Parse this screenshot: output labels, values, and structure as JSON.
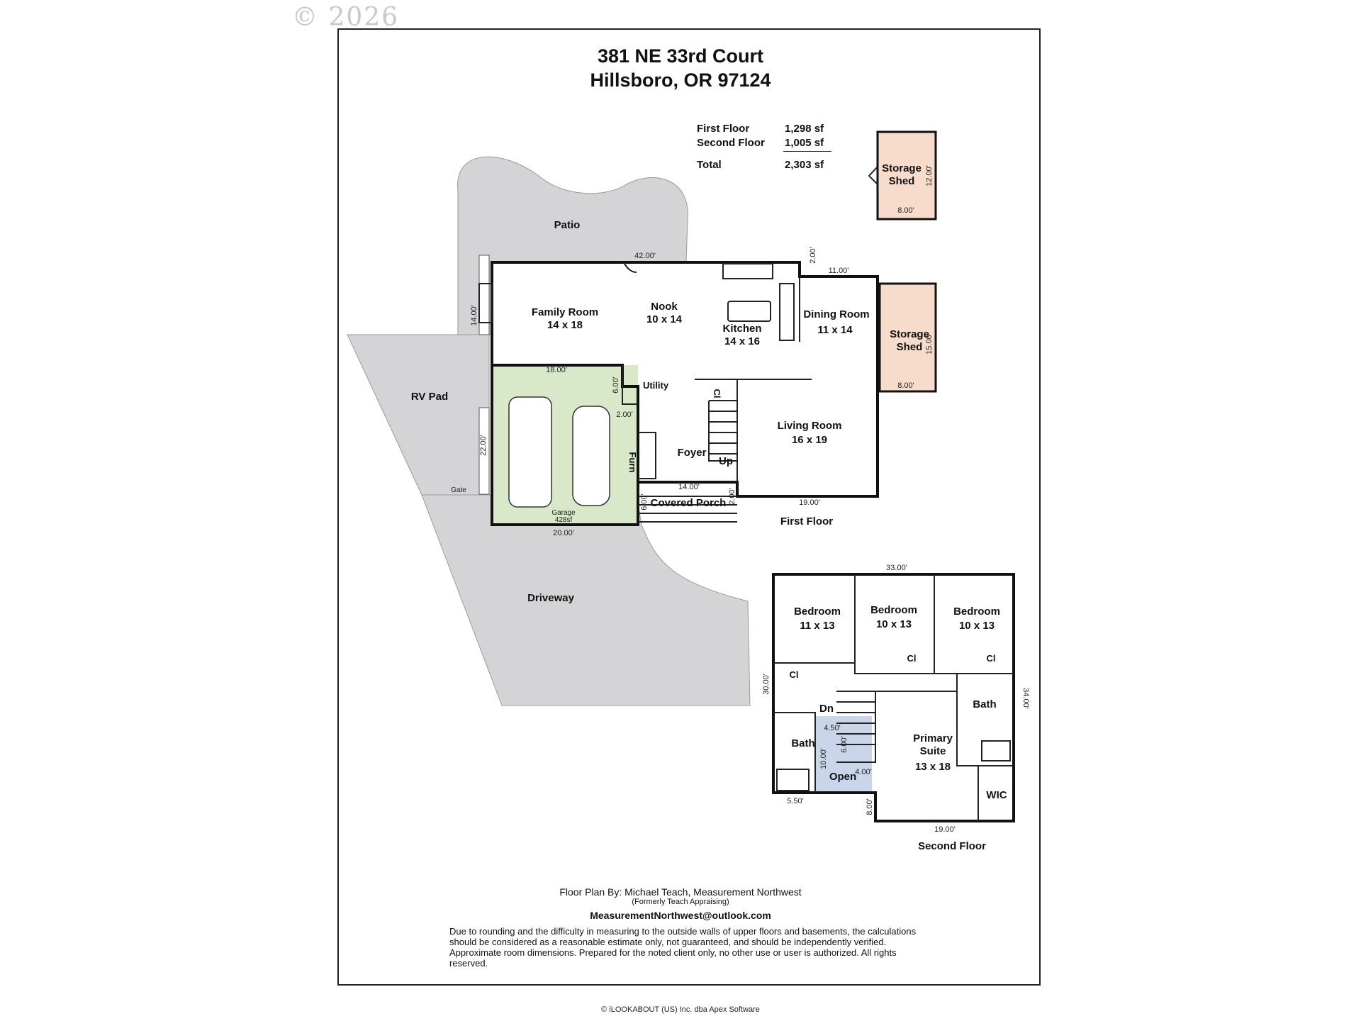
{
  "watermark": "© 2026",
  "address": {
    "line1": "381 NE 33rd Court",
    "line2": "Hillsboro, OR 97124"
  },
  "area_summary": {
    "first_floor_label": "First Floor",
    "first_floor_value": "1,298 sf",
    "second_floor_label": "Second Floor",
    "second_floor_value": "1,005 sf",
    "total_label": "Total",
    "total_value": "2,303 sf"
  },
  "first_floor": {
    "caption": "First Floor",
    "rooms": {
      "patio": "Patio",
      "family_room": {
        "name": "Family Room",
        "size": "14 x 18"
      },
      "nook": {
        "name": "Nook",
        "size": "10 x 14"
      },
      "kitchen": {
        "name": "Kitchen",
        "size": "14 x 16"
      },
      "dining_room": {
        "name": "Dining Room",
        "size": "11 x 14"
      },
      "living_room": {
        "name": "Living Room",
        "size": "16 x 19"
      },
      "storage_shed_top": "Storage\nShed",
      "storage_shed_side": "Storage\nShed",
      "rv_pad": "RV Pad",
      "gate": "Gate",
      "utility": "Utility",
      "closet": "Cl",
      "foyer": "Foyer",
      "up": "Up",
      "furn": "Furn",
      "garage": "Garage",
      "garage_area": "428sf",
      "covered_porch": "Covered Porch",
      "driveway": "Driveway"
    },
    "dims": {
      "top": "42.00'",
      "side_2": "2.00'",
      "dining_top": "11.00'",
      "family_side": "14.00'",
      "garage_top": "18.00'",
      "utility_6": "6.00'",
      "stair_2": "2.00'",
      "garage_side": "22.00'",
      "foyer_14": "14.00'",
      "porch_6": "6.00'",
      "porch_2": "2.00'",
      "living_bottom": "19.00'",
      "garage_bottom": "20.00'",
      "shed_top_w": "8.00'",
      "shed_top_h": "12.00'",
      "shed_side_w": "8.00'",
      "shed_side_h": "15.00'"
    }
  },
  "second_floor": {
    "caption": "Second Floor",
    "rooms": {
      "bedroom1": {
        "name": "Bedroom",
        "size": "11 x 13"
      },
      "bedroom2": {
        "name": "Bedroom",
        "size": "10 x 13"
      },
      "bedroom3": {
        "name": "Bedroom",
        "size": "10 x 13"
      },
      "closet": "Cl",
      "dn": "Dn",
      "bath_left": "Bath",
      "bath_right": "Bath",
      "open": "Open",
      "primary": "Primary\nSuite",
      "primary_size": "13 x 18",
      "wic": "WIC"
    },
    "dims": {
      "top": "33.00'",
      "left": "30.00'",
      "right": "34.00'",
      "d450": "4.50'",
      "d600": "6.00'",
      "d1000": "10.00'",
      "d400": "4.00'",
      "d550": "5.50'",
      "d800": "8.00'",
      "bottom": "19.00'"
    }
  },
  "credits": {
    "by": "Floor Plan By: Michael Teach, Measurement Northwest",
    "formerly": "(Formerly Teach Appraising)",
    "email": "MeasurementNorthwest@outlook.com",
    "disclaimer": "Due to rounding and the difficulty in measuring to the outside walls of upper floors and basements, the calculations should be considered as a reasonable estimate only, not guaranteed, and should be independently verified. Approximate room dimensions. Prepared for the noted client only, no other use or user is authorized. All rights reserved."
  },
  "copyright": "© iLOOKABOUT (US) Inc. dba Apex Software",
  "colors": {
    "hardscape": "#d4d4d6",
    "garage": "#d8e8c8",
    "shed": "#f8dccb",
    "open": "#c9d6ea",
    "wall": "#111111"
  }
}
